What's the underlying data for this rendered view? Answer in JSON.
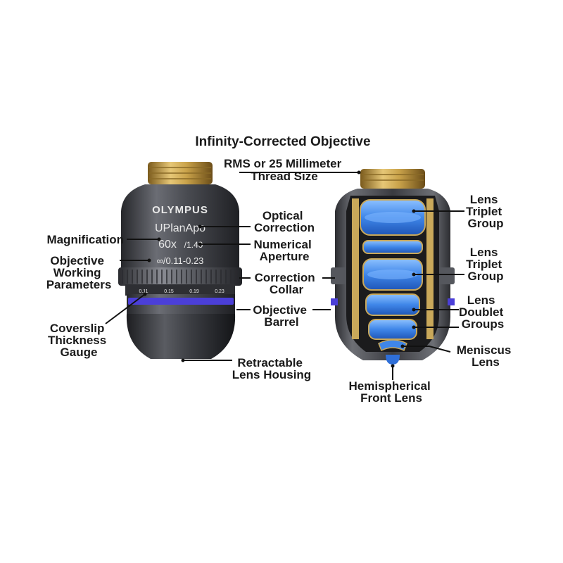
{
  "title": "Infinity-Corrected Objective",
  "engraving": {
    "brand": "OLYMPUS",
    "model": "UPlanApo",
    "magnification": "60x",
    "na": "/1.40",
    "parameters": "∞/0.11-0.23",
    "gauge_ticks": [
      "0.11",
      "0.15",
      "0.19",
      "0.23"
    ]
  },
  "labels": {
    "thread": [
      "RMS or 25 Millimeter",
      "Thread Size"
    ],
    "optical_correction": [
      "Optical",
      "Correction"
    ],
    "magnification": [
      "Magnification"
    ],
    "numerical_aperture": [
      "Numerical",
      "Aperture"
    ],
    "working_parameters": [
      "Objective",
      "Working",
      "Parameters"
    ],
    "correction_collar": [
      "Correction",
      "Collar"
    ],
    "objective_barrel": [
      "Objective",
      "Barrel"
    ],
    "coverslip_gauge": [
      "Coverslip",
      "Thickness",
      "Gauge"
    ],
    "retractable_housing": [
      "Retractable",
      "Lens Housing"
    ],
    "lens_triplet_1": [
      "Lens",
      "Triplet",
      "Group"
    ],
    "lens_triplet_2": [
      "Lens",
      "Triplet",
      "Group"
    ],
    "lens_doublet": [
      "Lens",
      "Doublet",
      "Groups"
    ],
    "meniscus": [
      "Meniscus",
      "Lens"
    ],
    "hemispherical": [
      "Hemispherical",
      "Front Lens"
    ]
  },
  "colors": {
    "brass": "#c9a24a",
    "body_dark": "#4a4c52",
    "collar": "#5c5e64",
    "blue_band": "#4b3fd8",
    "lens_blue": "#3f86e8",
    "lens_mount": "#c9a85a"
  }
}
